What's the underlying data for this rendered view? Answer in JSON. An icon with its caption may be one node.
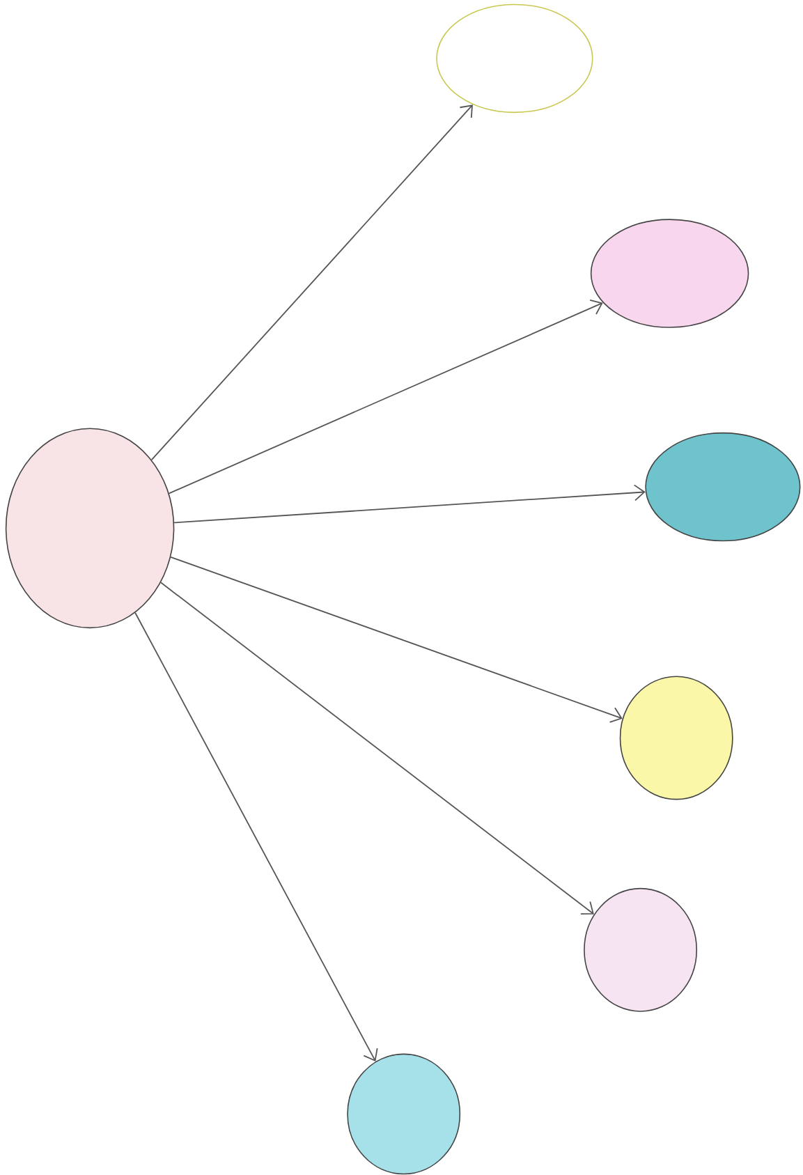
{
  "diagram": {
    "nodes": [
      {
        "text": [],
        "shape": "circle"
      },
      {
        "text": [],
        "shape": "circle"
      },
      {
        "text": [],
        "shape": "circle"
      },
      {
        "text": [],
        "shape": "circle"
      },
      {
        "text": [],
        "shape": "circle"
      },
      {
        "text": [],
        "shape": "circle"
      },
      {
        "text": [],
        "shape": "circle"
      }
    ],
    "edges": [
      {
        "from": 0,
        "to": 1,
        "arrow": "to"
      },
      {
        "from": 0,
        "to": 2,
        "arrow": "to"
      },
      {
        "from": 0,
        "to": 3,
        "arrow": "to"
      },
      {
        "from": 0,
        "to": 4,
        "arrow": "to"
      },
      {
        "from": 0,
        "to": 5,
        "arrow": "to"
      },
      {
        "from": 0,
        "to": 6,
        "arrow": "to"
      }
    ]
  }
}
